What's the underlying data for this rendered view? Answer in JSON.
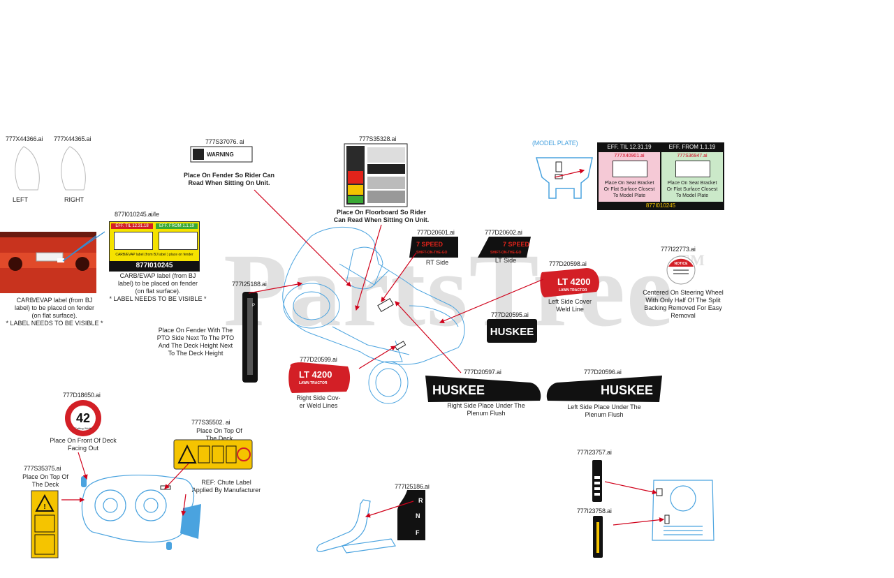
{
  "watermark": {
    "text": "PartsTree",
    "tm": "TM"
  },
  "parts": {
    "p1": "777X44366.ai",
    "p2": "777X44365.ai",
    "p3": "777S37076.  ai",
    "p4": "777S35328.ai",
    "p5": "(MODEL PLATE)",
    "p6": "877I010245.ai/Ie",
    "p7": "777D20601.ai",
    "p8": "777D20602.ai",
    "p9": "777D20598.ai",
    "p10": "777I22773.ai",
    "p11": "777I25188.ai",
    "p12": "777D20595.ai",
    "p13": "777D20599.ai",
    "p14": "777D20597.ai",
    "p15": "777D20596.ai",
    "p16": "777D18650.ai",
    "p17": "777S35502.  ai",
    "p18": "777S35375.ai",
    "p19": "777I25186.ai",
    "p20": "777I23757.ai",
    "p21": "777I23758.ai"
  },
  "captions": {
    "left": "LEFT",
    "right": "RIGHT",
    "fender": "Place On Fender So Rider Can\nRead When Sitting On Unit.",
    "floorboard": "Place On Floorboard So Rider\nCan Read When Sitting On Unit.",
    "carb1": "CARB/EVAP label  (from BJ\nlabel) to be placed on fender\n(on flat surface).\n* LABEL NEEDS TO BE VISIBLE *",
    "carb2": "CARB/EVAP label  (from BJ\nlabel) to be placed on fender\n(on flat surface).\n* LABEL NEEDS TO BE VISIBLE *",
    "rt_side": "RT Side",
    "lt_side": "LT Side",
    "left_cover": "Left Side Cover\nWeld Line",
    "steering": "Centered On Steering Wheel\nWith Only Half Of The Split\nBacking Removed For Easy\nRemoval",
    "pto": "Place On Fender With The\nPTO Side Next To The PTO\nAnd The Deck Height Next\nTo The Deck Height",
    "right_cover": "Right Side Cov-\ner Weld Lines",
    "right_plenum": "Right Side Place Under The\nPlenum Flush",
    "left_plenum": "Left Side Place Under The\nPlenum Flush",
    "deck_front": "Place On Front Of Deck\nFacing Out",
    "deck_top": "Place On Top Of\nThe Deck",
    "deck_top2": "Place On Top Of\nThe Deck",
    "chute": "REF: Chute Label\nApplied By Manufacturer",
    "seat_left": "Place On Seat Bracket\nOr Flat Surface Closest\nTo Model Plate",
    "seat_right": "Place On Seat Bracket\nOr Flat Surface Closest\nTo Model Plate"
  },
  "labels": {
    "eff_til": "EFF. TIL 12.31.19",
    "eff_from": "EFF. FROM 1.1.19",
    "plate_part_left": "777X40901.ai",
    "plate_part_right": "777S36947.ai",
    "plate_bottom": "877I010245",
    "carb_eff_til": "EFF. TIL 12.31.18",
    "carb_eff_from": "EFF. FROM 1.1.19",
    "carb_bar": "CARB/EVAP label (from BJ label ) place on fender",
    "carb_num": "877I010245",
    "seven_speed": "7 SPEED",
    "shift_on_the_go": "SHIFT-ON-THE-GO",
    "lt4200": "LT 4200",
    "lawn_tractor": "LAWN TRACTOR",
    "huskee": "HUSKEE",
    "deck_size": "42",
    "deck_size_sub": "Cutting Width",
    "notice": "NOTICE",
    "warning": "WARNING",
    "pto_tag": "P",
    "range_n": "N",
    "range_r": "R",
    "range_f": "F"
  },
  "colors": {
    "diagram_blue": "#4aa3df",
    "arrow_red": "#d0021b",
    "label_red": "#d31f26",
    "label_black": "#111111",
    "label_yellow": "#f5c400",
    "plate_pink": "#f5c9d6",
    "plate_green": "#cbe9c9"
  }
}
